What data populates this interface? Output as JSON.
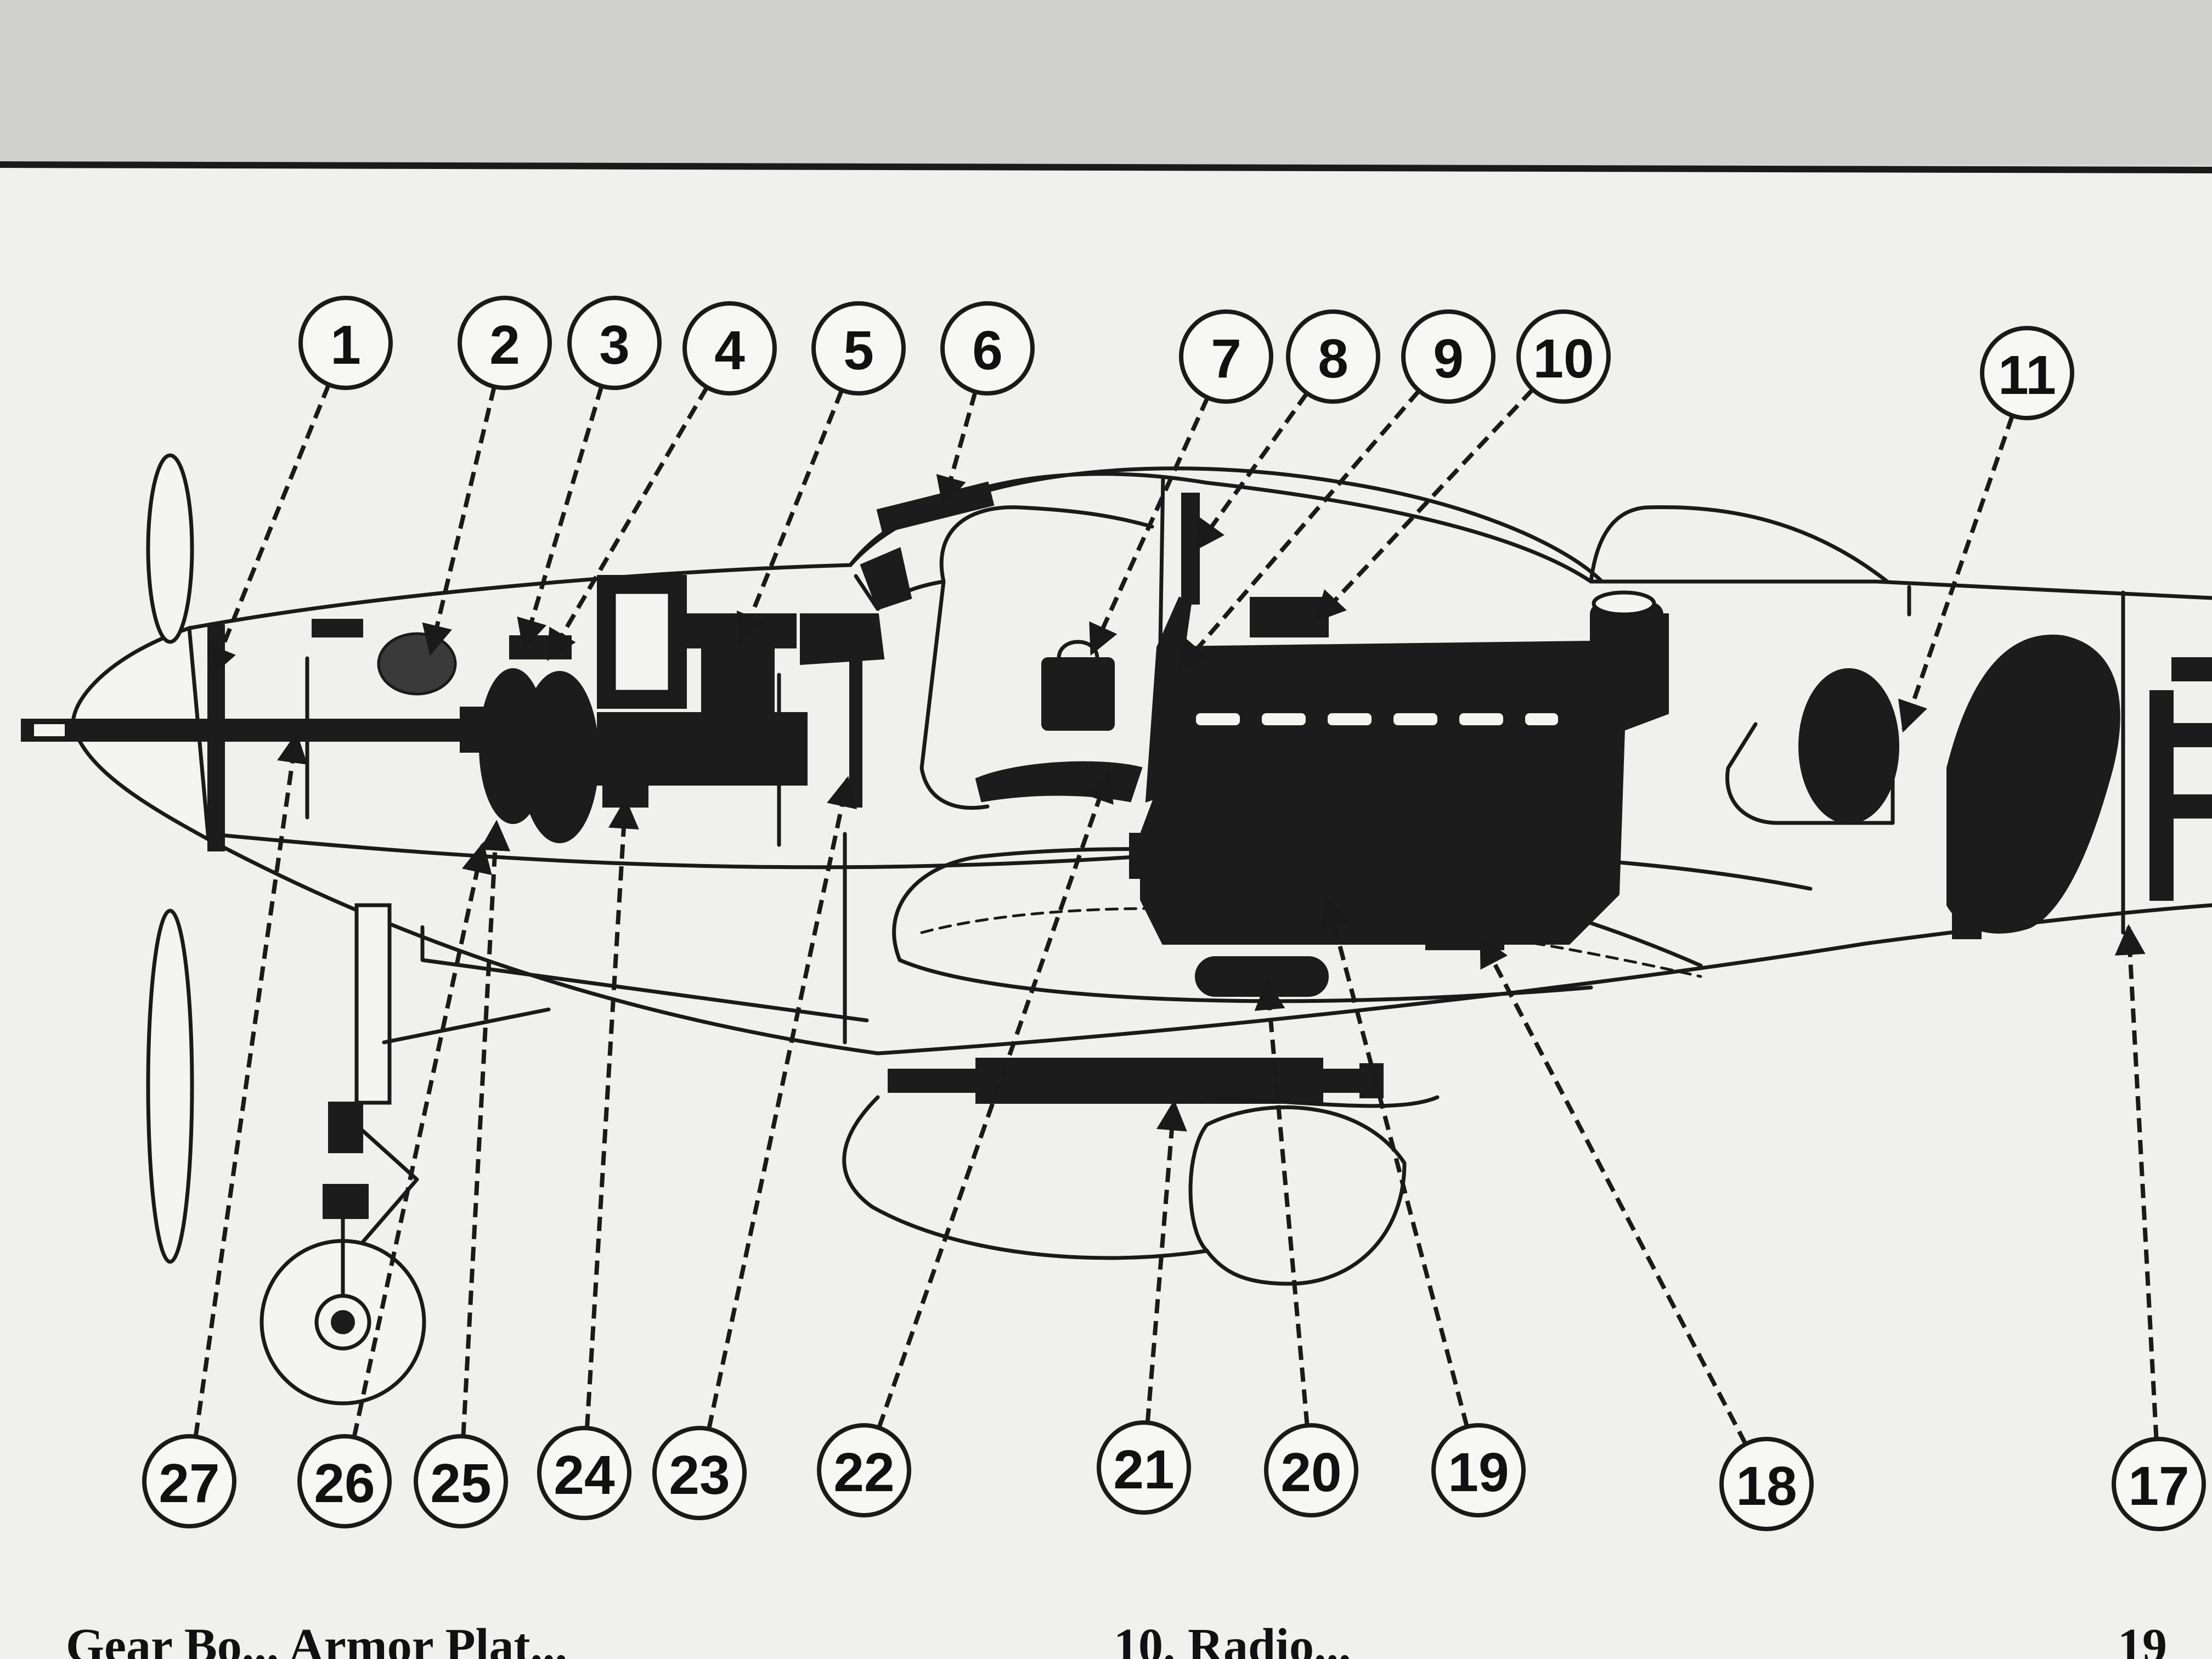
{
  "callouts": [
    "1",
    "2",
    "3",
    "4",
    "5",
    "6",
    "7",
    "8",
    "9",
    "10",
    "11",
    "17",
    "18",
    "19",
    "20",
    "21",
    "22",
    "23",
    "24",
    "25",
    "26",
    "27"
  ],
  "caption": {
    "left_text": "Gear Bo... Armor Plat...",
    "center_text": "10. Radio...",
    "right_text": "19"
  },
  "colors": {
    "paper": "#f0f0ec",
    "ink": "#1a1a1a",
    "page_shadow": "#d9d9d6"
  }
}
